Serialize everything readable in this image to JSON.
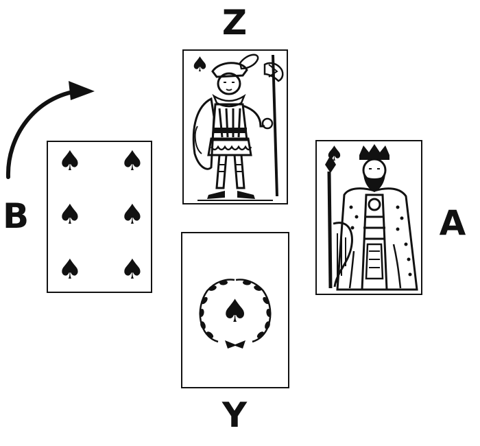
{
  "seats": {
    "north": "Z",
    "south": "Y",
    "west": "B",
    "east": "A"
  },
  "cards": {
    "west": {
      "rank": "6",
      "suit": "spades",
      "pips": 6
    },
    "north": {
      "rank": "Jack",
      "suit": "spades",
      "court": "knave"
    },
    "east": {
      "rank": "King",
      "suit": "spades",
      "court": "king"
    },
    "south": {
      "rank": "Ace",
      "suit": "spades",
      "style": "wreath"
    }
  },
  "play_direction": {
    "from": "B",
    "direction": "clockwise",
    "icon": "curved-arrow-icon"
  },
  "suit_symbol": "♠",
  "colors": {
    "ink": "#111111",
    "paper": "#ffffff"
  }
}
